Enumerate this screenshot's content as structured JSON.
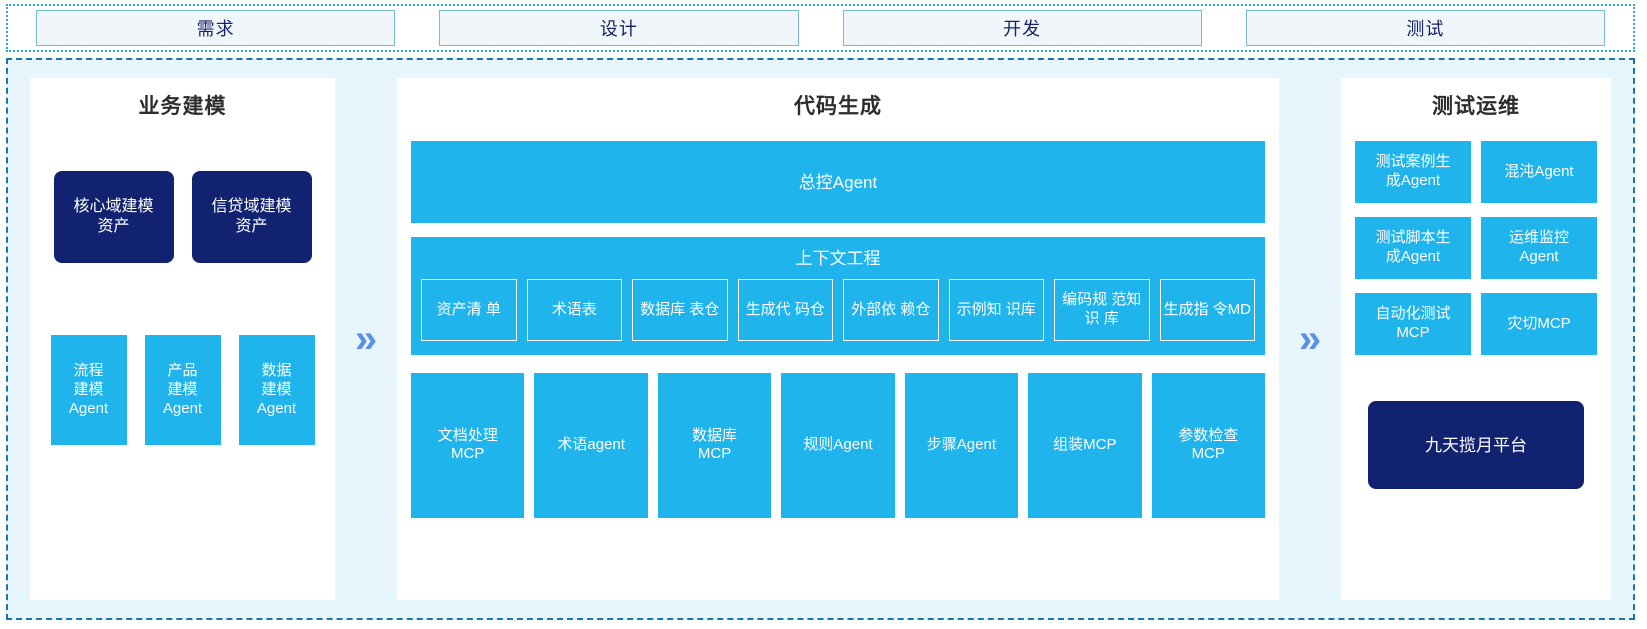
{
  "stages": [
    {
      "label": "需求"
    },
    {
      "label": "设计"
    },
    {
      "label": "开发"
    },
    {
      "label": "测试"
    }
  ],
  "colors": {
    "navy": "#112270",
    "blue": "#1fb4ec",
    "board_bg": "#e7f5fd",
    "chevron": "#5b8fe8",
    "stage_fill": "#f1f6fa",
    "stage_border": "#74b9d6"
  },
  "separators": {
    "left_chevron": "»",
    "right_chevron": "»"
  },
  "left_panel": {
    "title": "业务建模",
    "assets": [
      {
        "label": "核心域建模\n资产"
      },
      {
        "label": "信贷域建模\n资产"
      }
    ],
    "agents": [
      {
        "label": "流程\n建模\nAgent"
      },
      {
        "label": "产品\n建模\nAgent"
      },
      {
        "label": "数据\n建模\nAgent"
      }
    ]
  },
  "center_panel": {
    "title": "代码生成",
    "master_agent": "总控Agent",
    "context": {
      "title": "上下文工程",
      "items": [
        {
          "label": "资产清\n单"
        },
        {
          "label": "术语表"
        },
        {
          "label": "数据库\n表仓"
        },
        {
          "label": "生成代\n码仓"
        },
        {
          "label": "外部依\n赖仓"
        },
        {
          "label": "示例知\n识库"
        },
        {
          "label": "编码规\n范知识\n库"
        },
        {
          "label": "生成指\n令MD"
        }
      ]
    },
    "tools": [
      {
        "label": "文档处理\nMCP"
      },
      {
        "label": "术语agent"
      },
      {
        "label": "数据库\nMCP"
      },
      {
        "label": "规则Agent"
      },
      {
        "label": "步骤Agent"
      },
      {
        "label": "组装MCP"
      },
      {
        "label": "参数检查\nMCP"
      }
    ]
  },
  "right_panel": {
    "title": "测试运维",
    "agents": [
      {
        "label": "测试案例生\n成Agent"
      },
      {
        "label": "混沌Agent"
      },
      {
        "label": "测试脚本生\n成Agent"
      },
      {
        "label": "运维监控\nAgent"
      },
      {
        "label": "自动化测试\nMCP"
      },
      {
        "label": "灾切MCP"
      }
    ],
    "platform": {
      "label": "九天揽月平台"
    }
  }
}
